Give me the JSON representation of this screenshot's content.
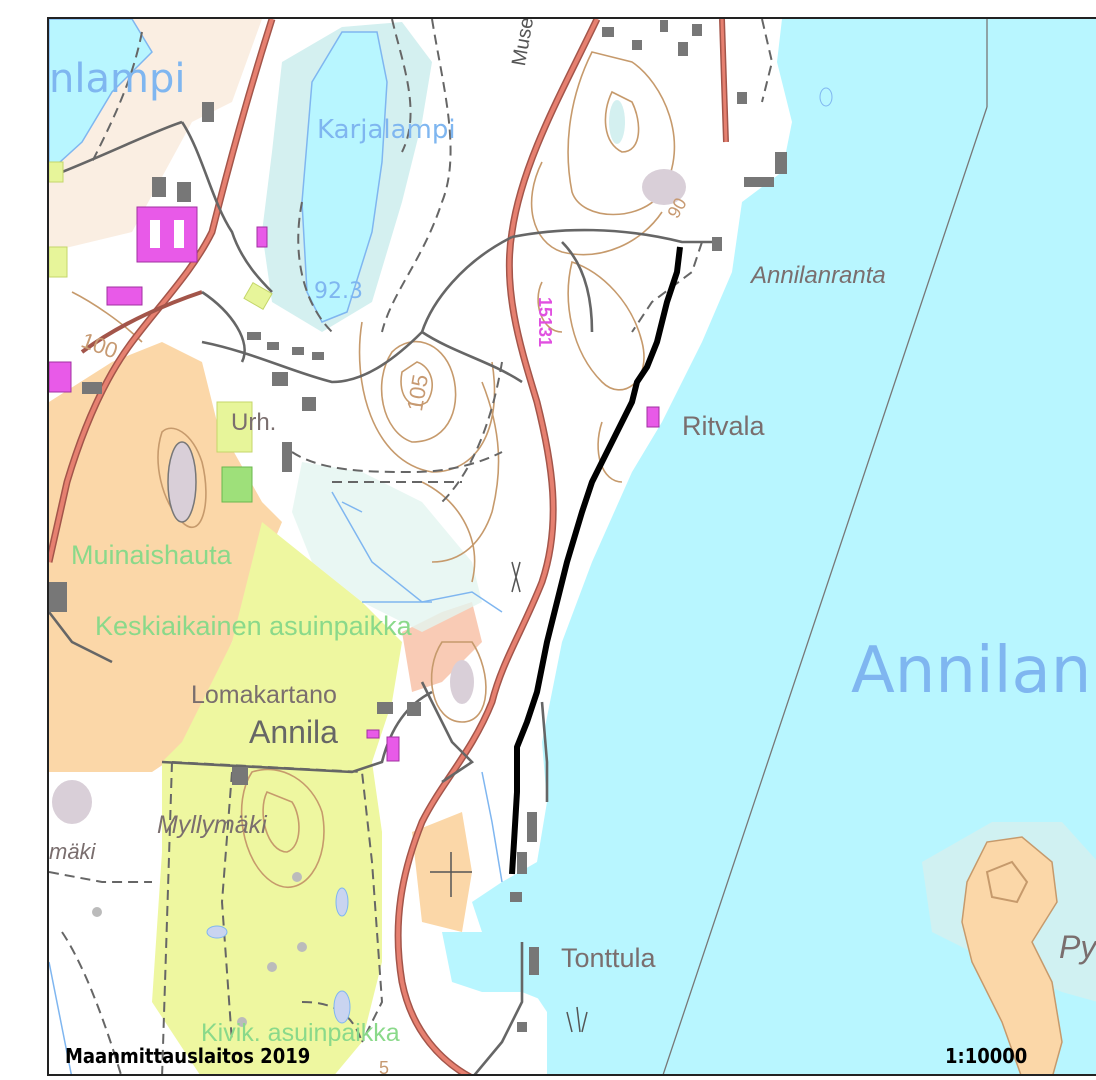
{
  "map": {
    "credit": "Maanmittauslaitos 2019",
    "scale": "1:10000"
  },
  "labels": {
    "karjalampi": "Karjalampi",
    "lampi": "nlampi",
    "museo": "Museo",
    "annilanranta": "Annilanranta",
    "ritvala": "Ritvala",
    "road_number": "15131",
    "elev_92": "92.3",
    "elev_105": "105",
    "elev_100": "100",
    "elev_90": "90",
    "urh": "Urh.",
    "muinaishauta": "Muinaishauta",
    "keskiaikainen": "Keskiaikainen asuinpaikka",
    "lomakartano": "Lomakartano",
    "annila": "Annila",
    "annilan": "Annilan",
    "myllymaki": "Myllymäki",
    "maki": "mäki",
    "tonttula": "Tonttula",
    "py": "Py",
    "kivik": "Kivik. asuinpaikka",
    "elev_5": "5"
  },
  "colors": {
    "water": "#b8f6ff",
    "lake_light": "#d4f0f0",
    "land": "#ffffff",
    "field": "#fbd7a8",
    "meadow": "#eef7a0",
    "contour": "#c69a6c",
    "road_main": "#c96a5c",
    "route": "#000000",
    "building_special": "#e85ae8"
  }
}
